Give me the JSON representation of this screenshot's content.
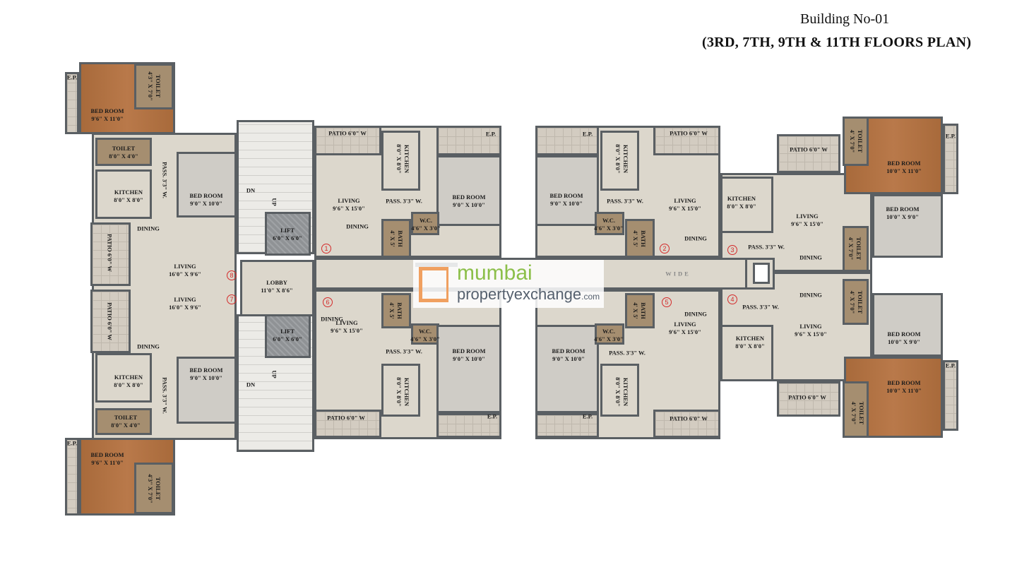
{
  "title": {
    "line1": "Building No-01",
    "line2": "(3RD, 7TH, 9TH & 11TH  FLOORS  PLAN)"
  },
  "watermark": {
    "brand_top": "mumbai",
    "brand_bottom": "propertyexchange",
    "brand_suffix": ".com",
    "colors": {
      "top": "#8cbf4a",
      "bottom": "#55606e",
      "frame": "#f0a060"
    }
  },
  "corridor_label": "WIDE",
  "markers": [
    "1",
    "2",
    "3",
    "4",
    "5",
    "6",
    "7",
    "8"
  ],
  "rooms": [
    {
      "label": "E.P.",
      "dim": ""
    },
    {
      "label": "BED ROOM",
      "dim": "9'6\" X 11'0\""
    },
    {
      "label": "TOILET",
      "dim": "4'3\" X 7'0\""
    },
    {
      "label": "TOILET",
      "dim": "8'0\" X 4'0\""
    },
    {
      "label": "KITCHEN",
      "dim": "8'0\" X 8'0\""
    },
    {
      "label": "PASS. 3'3\" W.",
      "dim": ""
    },
    {
      "label": "BED ROOM",
      "dim": "9'0\" X 10'0\""
    },
    {
      "label": "PATIO 6'0\" W",
      "dim": ""
    },
    {
      "label": "DINING",
      "dim": ""
    },
    {
      "label": "LIVING",
      "dim": "16'0\" X 9'6\""
    },
    {
      "label": "LIVING",
      "dim": "16'0\" X 9'6\""
    },
    {
      "label": "PATIO 6'0\" W",
      "dim": ""
    },
    {
      "label": "DINING",
      "dim": ""
    },
    {
      "label": "KITCHEN",
      "dim": "8'0\" X 8'0\""
    },
    {
      "label": "TOILET",
      "dim": "8'0\" X 4'0\""
    },
    {
      "label": "PASS. 3'3\" W.",
      "dim": ""
    },
    {
      "label": "BED ROOM",
      "dim": "9'0\" X 10'0\""
    },
    {
      "label": "E.P.",
      "dim": ""
    },
    {
      "label": "BED ROOM",
      "dim": "9'6\" X 11'0\""
    },
    {
      "label": "TOILET",
      "dim": "4'3\" X 7'0\""
    },
    {
      "label": "",
      "dim": ""
    },
    {
      "label": "LIFT",
      "dim": "6'0\" X 6'0\""
    },
    {
      "label": "LOBBY",
      "dim": "11'0\" X 8'6\""
    },
    {
      "label": "",
      "dim": ""
    },
    {
      "label": "LIFT",
      "dim": "6'0\" X 6'0\""
    },
    {
      "label": "DN",
      "dim": ""
    },
    {
      "label": "UP",
      "dim": ""
    },
    {
      "label": "DN",
      "dim": ""
    },
    {
      "label": "UP",
      "dim": ""
    },
    {
      "label": "PATIO 6'0\" W",
      "dim": ""
    },
    {
      "label": "KITCHEN",
      "dim": "8'0\" X 8'0\""
    },
    {
      "label": "E.P.",
      "dim": ""
    },
    {
      "label": "BED ROOM",
      "dim": "9'0\" X 10'0\""
    },
    {
      "label": "LIVING",
      "dim": "9'6\" X 15'0\""
    },
    {
      "label": "PASS. 3'3\" W.",
      "dim": ""
    },
    {
      "label": "DINING",
      "dim": ""
    },
    {
      "label": "BATH",
      "dim": "4' X 5'"
    },
    {
      "label": "W.C.",
      "dim": "4'6\" X 3'0\""
    },
    {
      "label": "PATIO 6'0\" W",
      "dim": ""
    },
    {
      "label": "KITCHEN",
      "dim": "8'0\" X 8'0\""
    },
    {
      "label": "E.P.",
      "dim": ""
    },
    {
      "label": "BED ROOM",
      "dim": "9'0\" X 10'0\""
    },
    {
      "label": "LIVING",
      "dim": "9'6\" X 15'0\""
    },
    {
      "label": "PASS. 3'3\" W.",
      "dim": ""
    },
    {
      "label": "DINING",
      "dim": ""
    },
    {
      "label": "BATH",
      "dim": "4' X 5'"
    },
    {
      "label": "W.C.",
      "dim": "4'6\" X 3'0\""
    },
    {
      "label": "LIVING",
      "dim": "9'6\" X 15'0\""
    },
    {
      "label": "DINING",
      "dim": ""
    },
    {
      "label": "BATH",
      "dim": "4' X 5'"
    },
    {
      "label": "W.C.",
      "dim": "4'6\" X 3'0\""
    },
    {
      "label": "PASS. 3'3\" W.",
      "dim": ""
    },
    {
      "label": "KITCHEN",
      "dim": "8'0\" X 8'0\""
    },
    {
      "label": "BED ROOM",
      "dim": "9'0\" X 10'0\""
    },
    {
      "label": "PATIO 6'0\" W",
      "dim": ""
    },
    {
      "label": "E.P.",
      "dim": ""
    },
    {
      "label": "BED ROOM",
      "dim": "9'0\" X 10'0\""
    },
    {
      "label": "W.C.",
      "dim": "4'6\" X 3'0\""
    },
    {
      "label": "BATH",
      "dim": "4' X 5'"
    },
    {
      "label": "PASS. 3'3\" W.",
      "dim": ""
    },
    {
      "label": "KITCHEN",
      "dim": "8'0\" X 8'0\""
    },
    {
      "label": "LIVING",
      "dim": "9'6\" X 15'0\""
    },
    {
      "label": "DINING",
      "dim": ""
    },
    {
      "label": "PATIO 6'0\" W",
      "dim": ""
    },
    {
      "label": "E.P.",
      "dim": ""
    },
    {
      "label": "PATIO 6'0\" W",
      "dim": ""
    },
    {
      "label": "KITCHEN",
      "dim": "8'0\" X 8'0\""
    },
    {
      "label": "LIVING",
      "dim": "9'6\" X 15'0\""
    },
    {
      "label": "PASS. 3'3\" W.",
      "dim": ""
    },
    {
      "label": "DINING",
      "dim": ""
    },
    {
      "label": "BED ROOM",
      "dim": "10'0\" X 11'0\""
    },
    {
      "label": "TOILET",
      "dim": "4' X 7'0\""
    },
    {
      "label": "E.P.",
      "dim": ""
    },
    {
      "label": "BED ROOM",
      "dim": "10'0\" X 9'0\""
    },
    {
      "label": "TOILET",
      "dim": "4' X 7'0\""
    },
    {
      "label": "DINING",
      "dim": ""
    },
    {
      "label": "TOILET",
      "dim": "4' X 7'0\""
    },
    {
      "label": "PASS. 3'3\" W.",
      "dim": ""
    },
    {
      "label": "LIVING",
      "dim": "9'6\" X 15'0\""
    },
    {
      "label": "KITCHEN",
      "dim": "8'0\" X 8'0\""
    },
    {
      "label": "BED ROOM",
      "dim": "10'0\" X 9'0\""
    },
    {
      "label": "BED ROOM",
      "dim": "10'0\" X 11'0\""
    },
    {
      "label": "TOILET",
      "dim": "4' X 7'0\""
    },
    {
      "label": "E.P.",
      "dim": ""
    },
    {
      "label": "PATIO 6'0\" W",
      "dim": ""
    }
  ]
}
